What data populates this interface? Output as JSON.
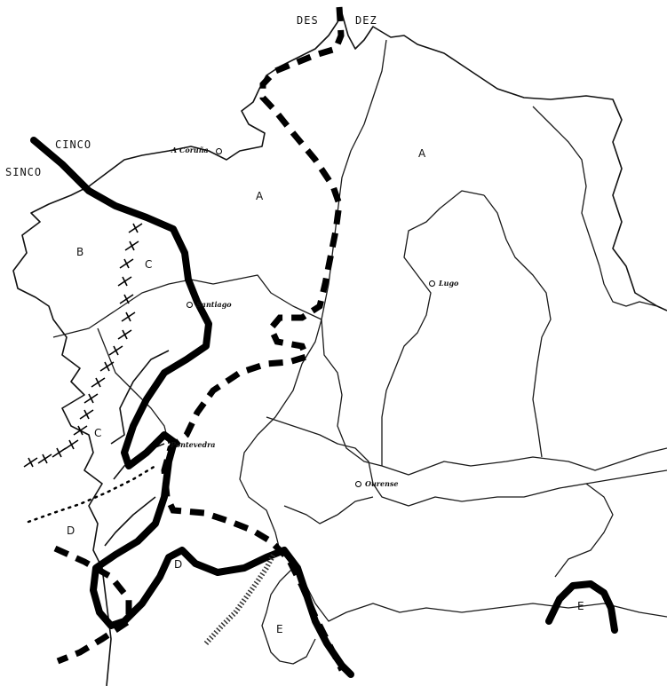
{
  "variant_labels": {
    "des": "DES",
    "dez": "DEZ",
    "cinco": "CINCO",
    "sinco": "SINCO"
  },
  "zone_labels": {
    "a_west": "A",
    "a_east": "A",
    "b": "B",
    "c_north": "C",
    "c_south": "C",
    "d_west": "D",
    "d_south": "D",
    "e_center": "E",
    "e_east": "E"
  },
  "cities": {
    "coruna": "A Coruña",
    "santiago": "Santiago",
    "lugo": "Lugo",
    "pontevedra": "Pontevedra",
    "ourense": "Ourense"
  },
  "colors": {
    "ink": "#000000",
    "paper": "#ffffff"
  }
}
